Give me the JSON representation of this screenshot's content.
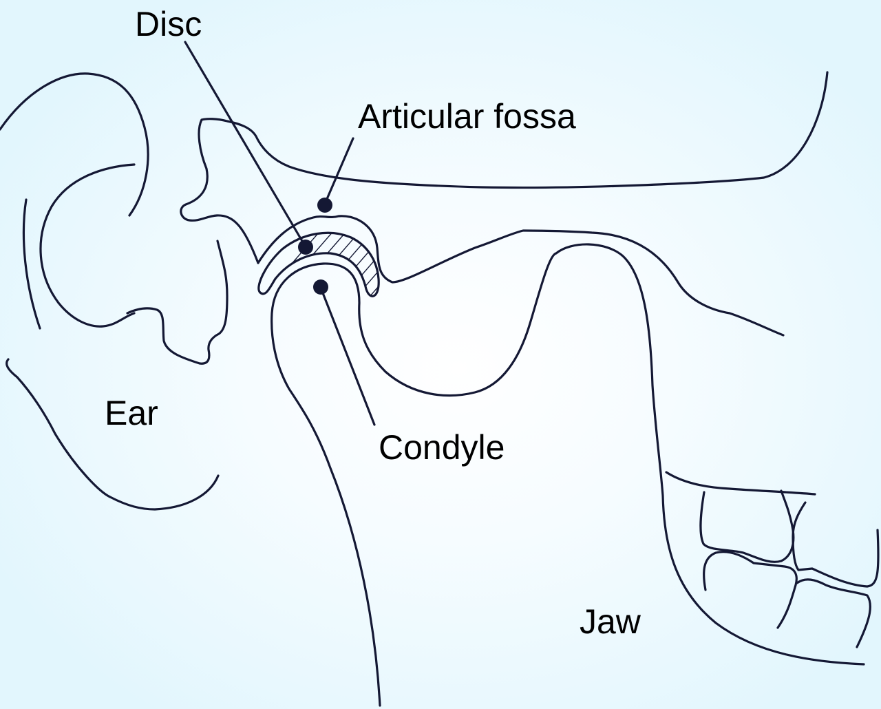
{
  "diagram": {
    "subject": "Temporomandibular joint (side view)",
    "colors": {
      "stroke": "#141834",
      "background_center": "#ffffff",
      "background_edge": "#e2f6fd",
      "label_text": "#000000"
    },
    "labels": {
      "disc": "Disc",
      "articular_fossa": "Articular fossa",
      "ear": "Ear",
      "condyle": "Condyle",
      "jaw": "Jaw"
    }
  }
}
